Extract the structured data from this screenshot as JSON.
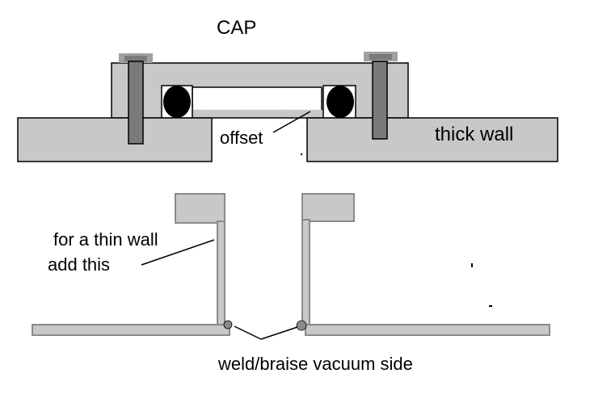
{
  "labels": {
    "cap": "CAP",
    "offset": "offset",
    "thick_wall": "thick wall",
    "thin_wall_line1": "for a thin wall",
    "thin_wall_line2": "add this",
    "weld": "weld/braise vacuum side"
  },
  "colors": {
    "part_fill": "#c8c8c8",
    "part_stroke": "#000000",
    "bolt_fill": "#7a7a7a",
    "bolt_head": "#a0a0a0",
    "oring": "#000000",
    "thin_part_stroke": "#8a8a8a",
    "leader": "#000000"
  }
}
